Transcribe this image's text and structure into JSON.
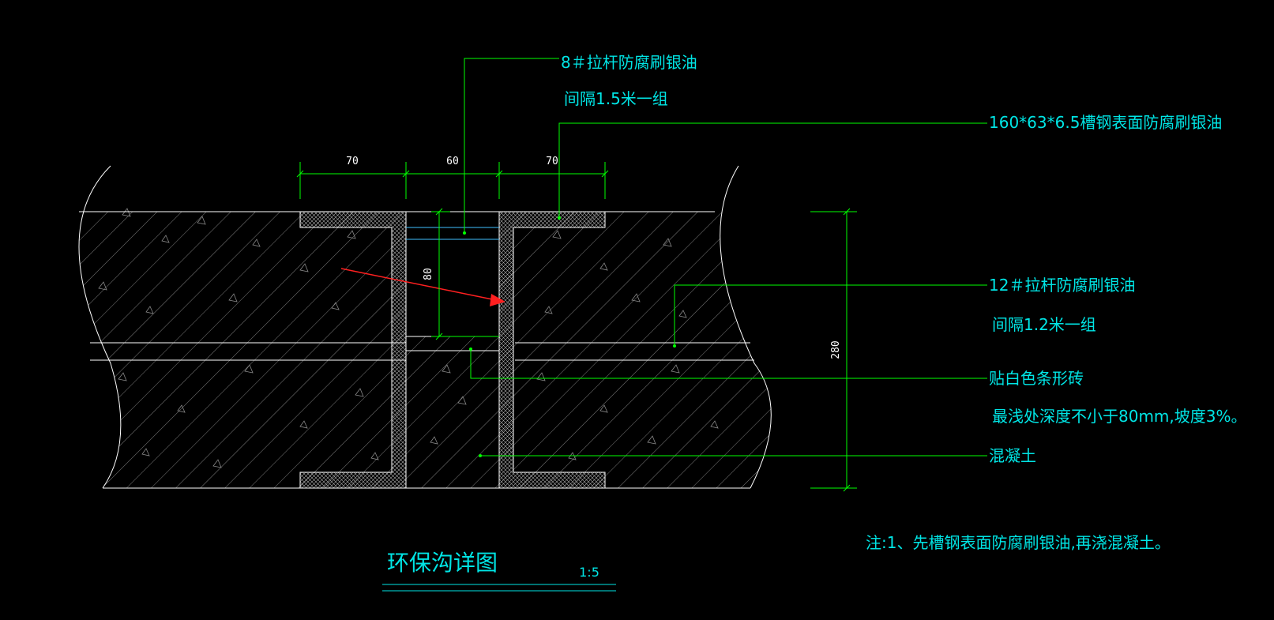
{
  "title": "环保沟详图",
  "scale": "1:5",
  "note": "注:1、先槽钢表面防腐刷银油,再浇混凝土。",
  "dimensions": {
    "top_left": "70",
    "top_mid": "60",
    "top_right": "70",
    "inner_height": "80",
    "total_height": "280"
  },
  "callouts": {
    "tie_rod_8_line1": "8＃拉杆防腐刷银油",
    "tie_rod_8_line2": "间隔1.5米一组",
    "channel_steel": "160*63*6.5槽钢表面防腐刷银油",
    "tie_rod_12_line1": "12＃拉杆防腐刷银油",
    "tie_rod_12_line2": "间隔1.2米一组",
    "tile_line1": "贴白色条形砖",
    "tile_line2": "最浅处深度不小于80mm,坡度3%。",
    "concrete": "混凝土"
  },
  "colors": {
    "background": "#000000",
    "text": "#00e5e5",
    "leader": "#00ff00",
    "outline": "#ffffff",
    "hatch": "#9a9a9a",
    "arrow": "#ff2020",
    "tie_rod": "#40c0ff"
  }
}
